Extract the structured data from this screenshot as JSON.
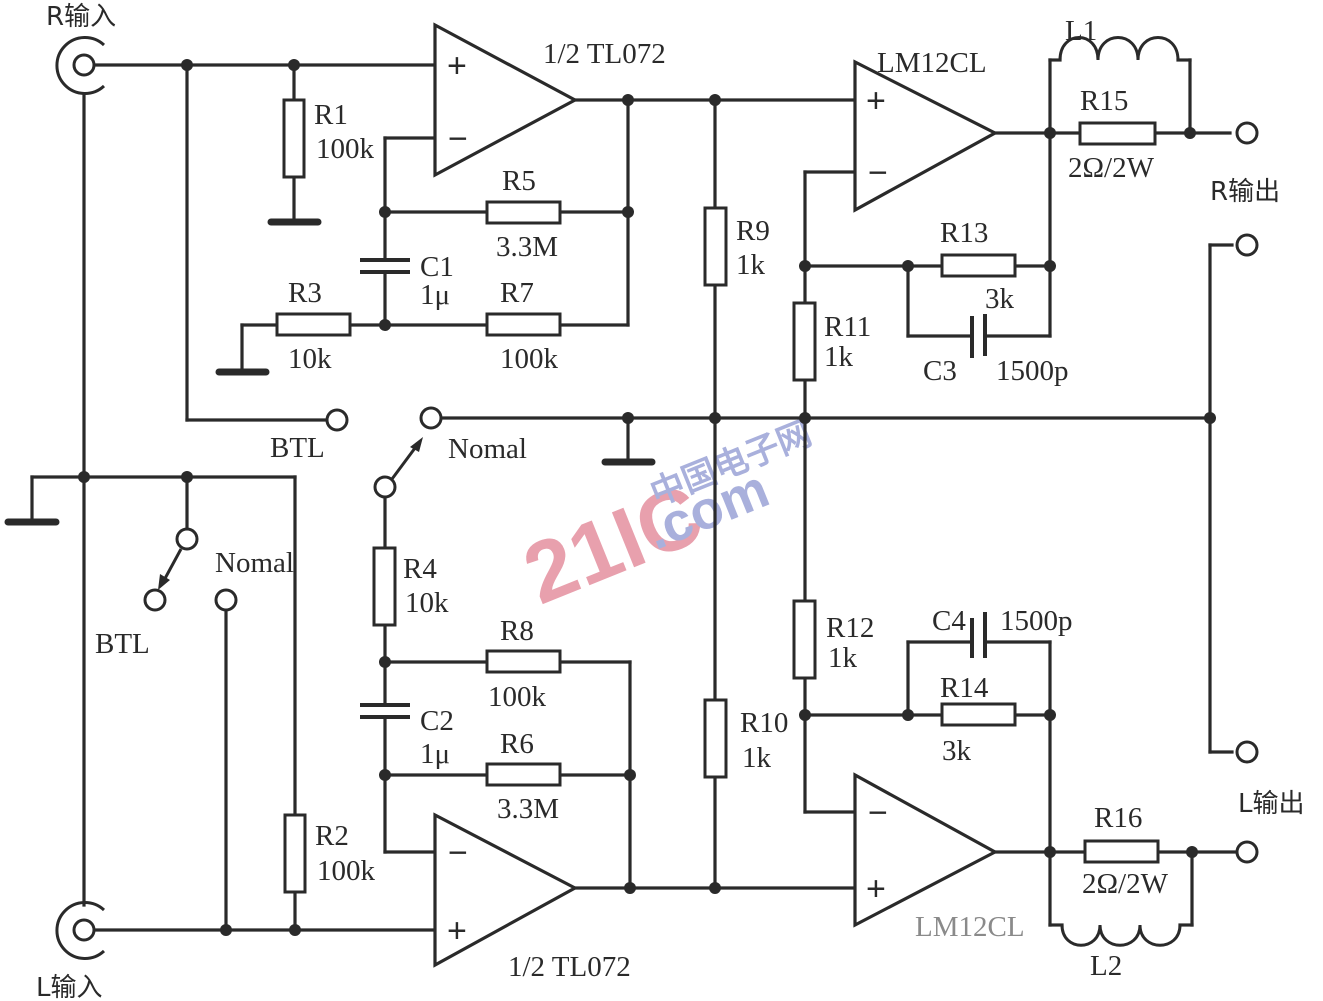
{
  "diagram": {
    "title": "LM12CL BTL / stereo power amplifier",
    "inputs": {
      "right": "R输入",
      "left": "L输入"
    },
    "outputs": {
      "right": "R输出",
      "left": "L输出"
    },
    "opamps": {
      "u1": {
        "label": "1/2 TL072",
        "plus": "+",
        "minus": "−"
      },
      "u2": {
        "label": "1/2 TL072",
        "plus": "+",
        "minus": "−"
      },
      "u3": {
        "label": "LM12CL",
        "plus": "+",
        "minus": "−"
      },
      "u4": {
        "label": "LM12CL",
        "plus": "+",
        "minus": "−"
      }
    },
    "components": {
      "R1": {
        "ref": "R1",
        "value": "100k"
      },
      "R2": {
        "ref": "R2",
        "value": "100k"
      },
      "R3": {
        "ref": "R3",
        "value": "10k"
      },
      "R4": {
        "ref": "R4",
        "value": "10k"
      },
      "R5": {
        "ref": "R5",
        "value": "3.3M"
      },
      "R6": {
        "ref": "R6",
        "value": "3.3M"
      },
      "R7": {
        "ref": "R7",
        "value": "100k"
      },
      "R8": {
        "ref": "R8",
        "value": "100k"
      },
      "R9": {
        "ref": "R9",
        "value": "1k"
      },
      "R10": {
        "ref": "R10",
        "value": "1k"
      },
      "R11": {
        "ref": "R11",
        "value": "1k"
      },
      "R12": {
        "ref": "R12",
        "value": "1k"
      },
      "R13": {
        "ref": "R13",
        "value": "3k"
      },
      "R14": {
        "ref": "R14",
        "value": "3k"
      },
      "R15": {
        "ref": "R15",
        "value": "2Ω/2W"
      },
      "R16": {
        "ref": "R16",
        "value": "2Ω/2W"
      },
      "C1": {
        "ref": "C1",
        "value": "1μ"
      },
      "C2": {
        "ref": "C2",
        "value": "1μ"
      },
      "C3": {
        "ref": "C3",
        "value": "1500p"
      },
      "C4": {
        "ref": "C4",
        "value": "1500p"
      },
      "L1": {
        "ref": "L1"
      },
      "L2": {
        "ref": "L2"
      }
    },
    "switches": {
      "sw1": {
        "btl": "BTL",
        "normal": "Nomal"
      },
      "sw2": {
        "btl": "BTL",
        "normal": "Nomal"
      }
    },
    "watermark": {
      "red": "21IC",
      "blue": ".com",
      "cn": "中国电子网"
    }
  }
}
